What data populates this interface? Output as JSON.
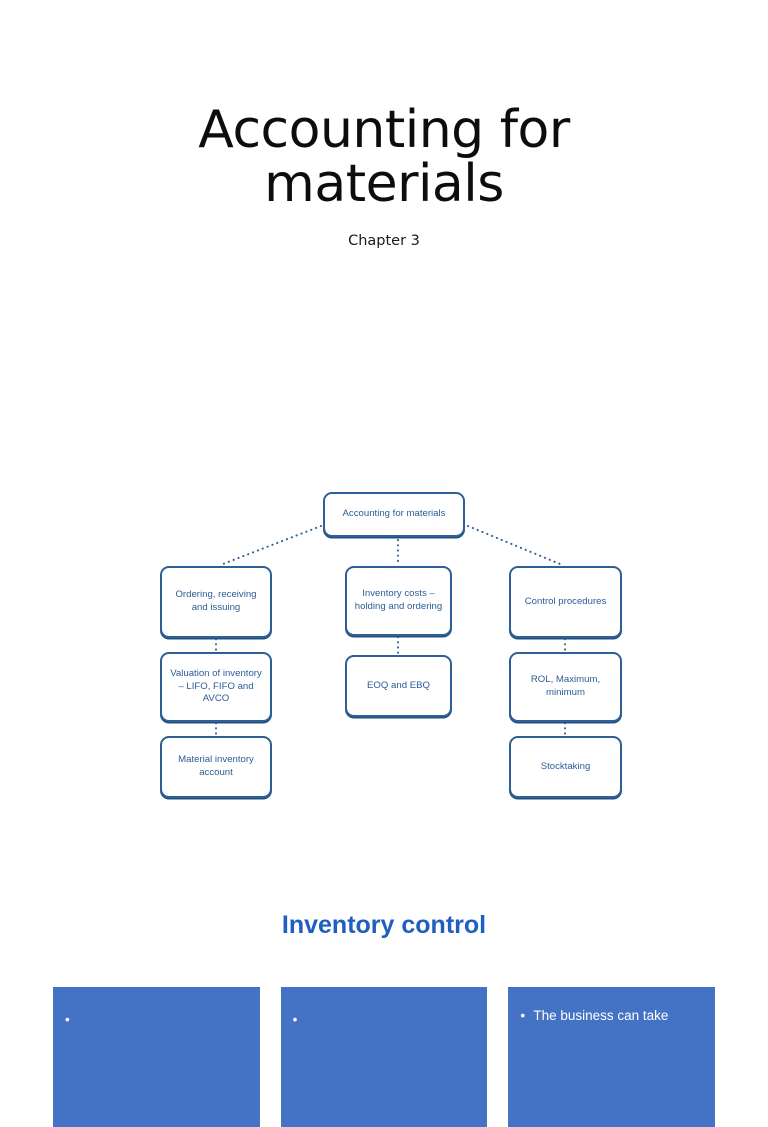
{
  "page": {
    "background": "#ffffff",
    "title": "Accounting for materials",
    "subtitle": "Chapter 3"
  },
  "diagram": {
    "name": "accounting-for-materials-mindmap",
    "accent_color": "#2e5f96",
    "text_color": "#2b5c96",
    "connector_style": "dotted",
    "root": {
      "id": "root",
      "label": "Accounting for materials"
    },
    "branches": [
      {
        "id": "branch-ordering",
        "nodes": [
          {
            "id": "ordering",
            "label": "Ordering, receiving and issuing"
          },
          {
            "id": "valuation",
            "label": "Valuation of inventory – LIFO, FIFO and AVCO"
          },
          {
            "id": "material-account",
            "label": "Material inventory account"
          }
        ]
      },
      {
        "id": "branch-inventory-costs",
        "nodes": [
          {
            "id": "inventory-costs",
            "label": "Inventory costs – holding and ordering"
          },
          {
            "id": "eoq-ebq",
            "label": "EOQ and EBQ"
          }
        ]
      },
      {
        "id": "branch-control",
        "nodes": [
          {
            "id": "control-procedures",
            "label": "Control procedures"
          },
          {
            "id": "rol",
            "label": "ROL, Maximum, minimum"
          },
          {
            "id": "stocktaking",
            "label": "Stocktaking"
          }
        ]
      }
    ]
  },
  "section": {
    "heading": "Inventory control",
    "heading_color": "#1f5fbf"
  },
  "cards": {
    "fill_color": "#4472c4",
    "text_color": "#ffffff",
    "items": [
      {
        "id": "card-1",
        "bullets": [
          ""
        ]
      },
      {
        "id": "card-2",
        "bullets": [
          ""
        ]
      },
      {
        "id": "card-3",
        "bullets": [
          "The business can take"
        ]
      }
    ]
  }
}
